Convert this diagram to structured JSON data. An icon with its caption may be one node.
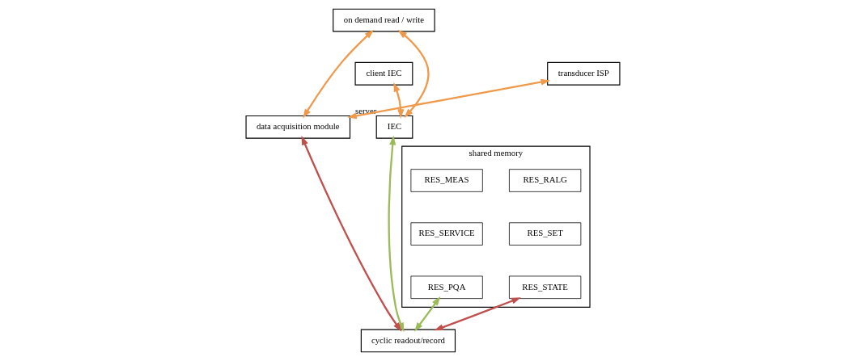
{
  "diagram": {
    "nodes": [
      {
        "text": [
          "on demand read / write"
        ]
      },
      {
        "text": [
          "client IEC"
        ]
      },
      {
        "text": [
          "IEC"
        ],
        "beside": [
          "server"
        ]
      },
      {
        "text": [
          "transducer ISP"
        ]
      },
      {
        "text": [
          "shared memory"
        ]
      },
      {
        "text": [
          "RES_MEAS"
        ],
        "in": 4
      },
      {
        "text": [
          "RES_RALG"
        ],
        "in": 4
      },
      {
        "text": [
          "RES_SERVICE"
        ],
        "in": 4
      },
      {
        "text": [
          "RES_SET"
        ],
        "in": 4
      },
      {
        "text": [
          "RES_PQA"
        ],
        "in": 4
      },
      {
        "text": [
          "RES_STATE"
        ],
        "in": 4
      },
      {
        "text": [
          "data acquisition module"
        ]
      },
      {
        "text": [
          "cyclic readout/record"
        ]
      }
    ],
    "edges": [
      {
        "from": 2,
        "to": 1,
        "arrow": "both",
        "color": "#f0994a"
      },
      {
        "from": 2,
        "to": 0,
        "arrow": "both",
        "color": "#f0994a"
      },
      {
        "from": 0,
        "to": 11,
        "arrow": "both",
        "color": "#f0994a"
      },
      {
        "from": 11,
        "to": 3,
        "arrow": "both",
        "color": "#f0994a"
      },
      {
        "from": 2,
        "to": 12,
        "arrow": "both",
        "color": "#9bbb59"
      },
      {
        "from": 9,
        "to": 12,
        "arrow": "both",
        "color": "#9bbb59"
      },
      {
        "from": 10,
        "to": 12,
        "arrow": "both",
        "color": "#c0504d"
      },
      {
        "from": 11,
        "to": 12,
        "arrow": "both",
        "color": "#c0504d"
      }
    ]
  }
}
